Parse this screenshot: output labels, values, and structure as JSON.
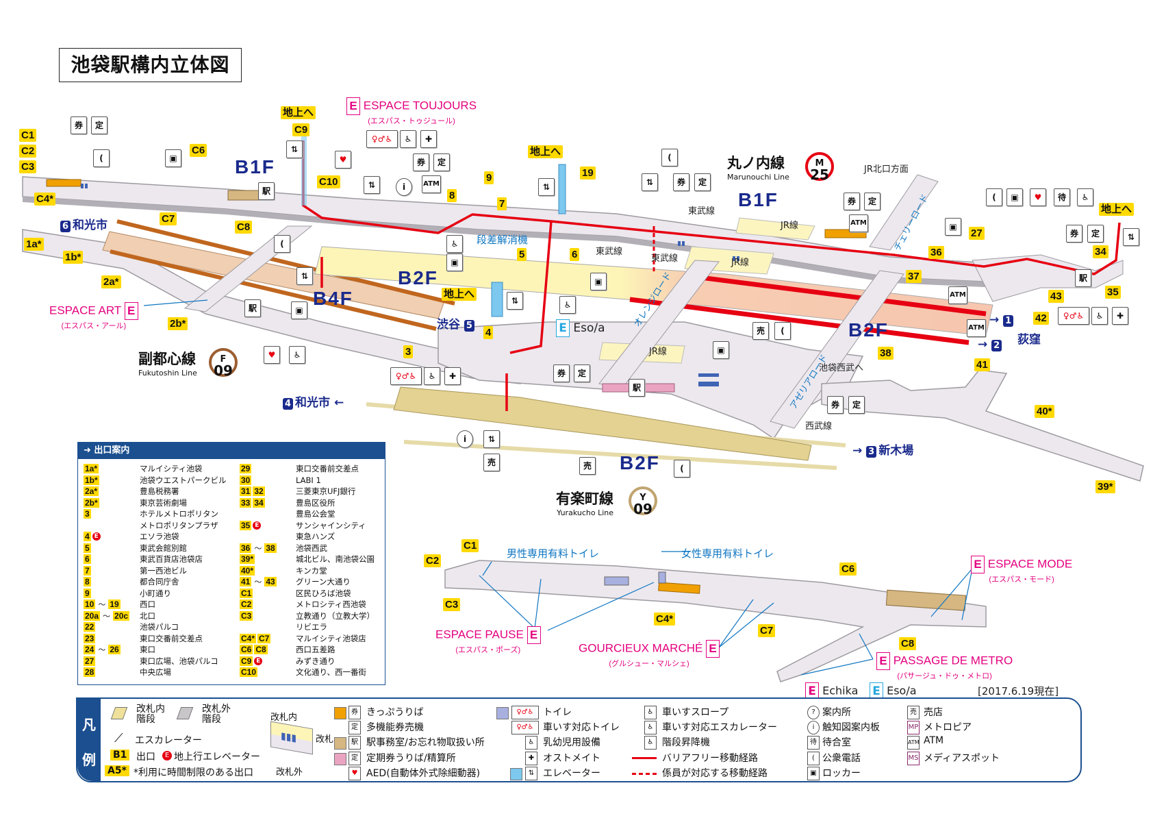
{
  "title": "池袋駅構内立体図",
  "colors": {
    "accent_red": "#e60012",
    "navy": "#1a2a8c",
    "exit_yellow": "#ffd900",
    "echika_magenta": "#e4007f",
    "esola_blue": "#25a8e0",
    "marunouchi": "#e60012",
    "fukutoshin": "#9c5e31",
    "yurakucho": "#c1a470"
  },
  "icons": {
    "phone": "(",
    "locker": "▣",
    "ticket": "券",
    "pass": "定",
    "atm": "ATM",
    "elevator": "⇅",
    "aed": "♥",
    "toilet": "♀♂♿",
    "baby": "♿",
    "info": "i",
    "shop": "売",
    "wheelchair": "♿",
    "office": "駅",
    "waiting": "待",
    "ostomate": "✚"
  },
  "floors": {
    "b1f_left": "B1F",
    "b2f_center": "B2F",
    "b4f": "B4F",
    "b1f_right": "B1F",
    "b2f_right": "B2F",
    "b2f_bottom": "B2F"
  },
  "lines": {
    "marunouchi": {
      "name": "丸ノ内線",
      "en": "Marunouchi Line",
      "letter": "M",
      "number": "25"
    },
    "fukutoshin": {
      "name": "副都心線",
      "en": "Fukutoshin Line",
      "letter": "F",
      "number": "09"
    },
    "yurakucho": {
      "name": "有楽町線",
      "en": "Yurakucho Line",
      "letter": "Y",
      "number": "09"
    }
  },
  "exits_on_map": {
    "c1": "C1",
    "c2": "C2",
    "c3": "C3",
    "c4": "C4*",
    "c6": "C6",
    "c7": "C7",
    "c8": "C8",
    "c9": "C9",
    "c10": "C10",
    "e1a": "1a*",
    "e1b": "1b*",
    "e2a": "2a*",
    "e2b": "2b*",
    "e3": "3",
    "e4": "4",
    "e5": "5",
    "e6": "6",
    "e7": "7",
    "e8": "8",
    "e9": "9",
    "e19": "19",
    "e27": "27",
    "e34": "34",
    "e35": "35",
    "e36": "36",
    "e37": "37",
    "e38": "38",
    "e41": "41",
    "e42": "42",
    "e43": "43",
    "e40": "40*",
    "e39": "39*",
    "to_ground": "地上へ",
    "lower_c1": "C1",
    "lower_c2": "C2",
    "lower_c3": "C3",
    "lower_c4": "C4*",
    "lower_c6": "C6",
    "lower_c7": "C7",
    "lower_c8": "C8"
  },
  "directions": {
    "wakoshi_6": {
      "num": "6",
      "text": "和光市"
    },
    "wakoshi_4": {
      "num": "4",
      "text": "和光市"
    },
    "shibuya_5": {
      "num": "5",
      "text": "渋谷"
    },
    "ogikubo_1": {
      "num": "1"
    },
    "ogikubo_2": {
      "num": "2"
    },
    "ogikubo": "荻窪",
    "shinkiba_3": {
      "num": "3",
      "text": "新木場"
    }
  },
  "map_labels": {
    "step_lift": "段差解消機",
    "esola": "Eso/a",
    "jr_north": "JR北口方面",
    "to_seibu": "池袋西武へ",
    "seibu_line": "西武線",
    "tobu_line_1": "東武線",
    "tobu_line_2": "東武線",
    "tobu_line_3": "東武線",
    "jr_line_1": "JR線",
    "jr_line_2": "JR線",
    "jr_line_3": "JR線",
    "cherry_road": "チェリーロード",
    "orange_road": "オレンジロード",
    "azalea_road": "アゼリアロード",
    "men_toilet": "男性専用有料トイレ",
    "women_toilet": "女性専用有料トイレ"
  },
  "shops": {
    "toujours": {
      "name": "ESPACE TOUJOURS",
      "kana": "(エスパス・トゥジュール)"
    },
    "art": {
      "name": "ESPACE ART",
      "kana": "(エスパス・アール)"
    },
    "pause": {
      "name": "ESPACE PAUSE",
      "kana": "(エスパス・ポーズ)"
    },
    "gourcieux": {
      "name": "GOURCIEUX MARCHÉ",
      "kana": "(グルシュー・マルシェ)"
    },
    "mode": {
      "name": "ESPACE MODE",
      "kana": "(エスパス・モード)"
    },
    "passage": {
      "name": "PASSAGE DE METRO",
      "kana": "(パサージュ・ドゥ・メトロ)"
    },
    "e_letter": "E"
  },
  "brand_legend": {
    "echika": "Echika",
    "esola": "Eso/a",
    "date": "[2017.6.19現在]"
  },
  "exit_guide": {
    "header": "出口案内",
    "left": [
      {
        "codes": [
          "1a*"
        ],
        "name": "マルイシティ池袋"
      },
      {
        "codes": [
          "1b*"
        ],
        "name": "池袋ウエストパークビル"
      },
      {
        "codes": [
          "2a*"
        ],
        "name": "豊島税務署"
      },
      {
        "codes": [
          "2b*"
        ],
        "name": "東京芸術劇場"
      },
      {
        "codes": [
          "3"
        ],
        "name": "ホテルメトロポリタン"
      },
      {
        "codes": [],
        "name": "メトロポリタンプラザ"
      },
      {
        "codes": [
          "4"
        ],
        "elevator": true,
        "name": "エソラ池袋"
      },
      {
        "codes": [
          "5"
        ],
        "name": "東武会館別館"
      },
      {
        "codes": [
          "6"
        ],
        "name": "東武百貨店池袋店"
      },
      {
        "codes": [
          "7"
        ],
        "name": "第一西池ビル"
      },
      {
        "codes": [
          "8"
        ],
        "name": "都合同庁舎"
      },
      {
        "codes": [
          "9"
        ],
        "name": "小町通り"
      },
      {
        "codes": [
          "10",
          "19"
        ],
        "range": true,
        "name": "西口"
      },
      {
        "codes": [
          "20a",
          "20c"
        ],
        "range": true,
        "name": "北口"
      },
      {
        "codes": [
          "22"
        ],
        "name": "池袋パルコ"
      },
      {
        "codes": [
          "23"
        ],
        "name": "東口交番前交差点"
      },
      {
        "codes": [
          "24",
          "26"
        ],
        "range": true,
        "name": "東口"
      },
      {
        "codes": [
          "27"
        ],
        "name": "東口広場、池袋パルコ"
      },
      {
        "codes": [
          "28"
        ],
        "name": "中央広場"
      }
    ],
    "right": [
      {
        "codes": [
          "29"
        ],
        "name": "東口交番前交差点"
      },
      {
        "codes": [
          "30"
        ],
        "name": "LABI 1"
      },
      {
        "codes": [
          "31",
          "32"
        ],
        "name": "三菱東京UFJ銀行"
      },
      {
        "codes": [
          "33",
          "34"
        ],
        "name": "豊島区役所"
      },
      {
        "codes": [],
        "name": "豊島公会堂"
      },
      {
        "codes": [
          "35"
        ],
        "elevator": true,
        "name": "サンシャインシティ"
      },
      {
        "codes": [],
        "name": "東急ハンズ"
      },
      {
        "codes": [
          "36",
          "38"
        ],
        "range": true,
        "name": "池袋西武"
      },
      {
        "codes": [
          "39*"
        ],
        "name": "城北ビル、南池袋公園"
      },
      {
        "codes": [
          "40*"
        ],
        "name": "キンカ堂"
      },
      {
        "codes": [
          "41",
          "43"
        ],
        "range": true,
        "name": "グリーン大通り"
      },
      {
        "codes": [
          "C1"
        ],
        "name": "区民ひろば池袋"
      },
      {
        "codes": [
          "C2"
        ],
        "name": "メトロシティ西池袋"
      },
      {
        "codes": [
          "C3"
        ],
        "name": "立教通り（立教大学）"
      },
      {
        "codes": [],
        "name": "リビエラ"
      },
      {
        "codes": [
          "C4*",
          "C7"
        ],
        "name": "マルイシティ池袋店"
      },
      {
        "codes": [
          "C6",
          "C8"
        ],
        "name": "西口五差路"
      },
      {
        "codes": [
          "C9"
        ],
        "elevator": true,
        "name": "みずき通り"
      },
      {
        "codes": [
          "C10"
        ],
        "name": "文化通り、西一番街"
      }
    ],
    "range_mark": "～",
    "elevator_mark": "E"
  },
  "legend": {
    "tab": [
      "凡",
      "例"
    ],
    "stairs_in": "改札内\n階段",
    "stairs_out": "改札外\n階段",
    "escalator": "エスカレーター",
    "exit_sample": "B1",
    "exit_label": "出口",
    "elevator_mark": "E",
    "ground_elevator": "地上行エレベーター",
    "timed_sample": "A5*",
    "timed_label": "*利用に時間制限のある出口",
    "gate_inside": "改札内",
    "gate": "改札",
    "gate_outside": "改札外",
    "ticket": "きっぷうりば",
    "multi_ticket": "多機能券売機",
    "office": "駅事務室/お忘れ物取扱い所",
    "pass": "定期券うりば/精算所",
    "aed": "AED(自動体外式除細動器)",
    "toilet": "トイレ",
    "accessible_toilet": "車いす対応トイレ",
    "baby": "乳幼児用設備",
    "ostomate": "オストメイト",
    "elevator": "エレベーター",
    "slope": "車いすスロープ",
    "wheelchair_escalator": "車いす対応エスカレーター",
    "stair_lift": "階段昇降機",
    "barrier_free": "バリアフリー移動経路",
    "staff_route": "係員が対応する移動経路",
    "info": "案内所",
    "tactile": "触知図案内板",
    "waiting": "待合室",
    "phone": "公衆電話",
    "locker": "ロッカー",
    "shop": "売店",
    "metropia": "メトロピア",
    "atm": "ATM",
    "mediaspot": "メディアスポット",
    "mp": "MP",
    "atm_icon": "ATM",
    "ms": "MS",
    "q": "?",
    "i": "i"
  }
}
